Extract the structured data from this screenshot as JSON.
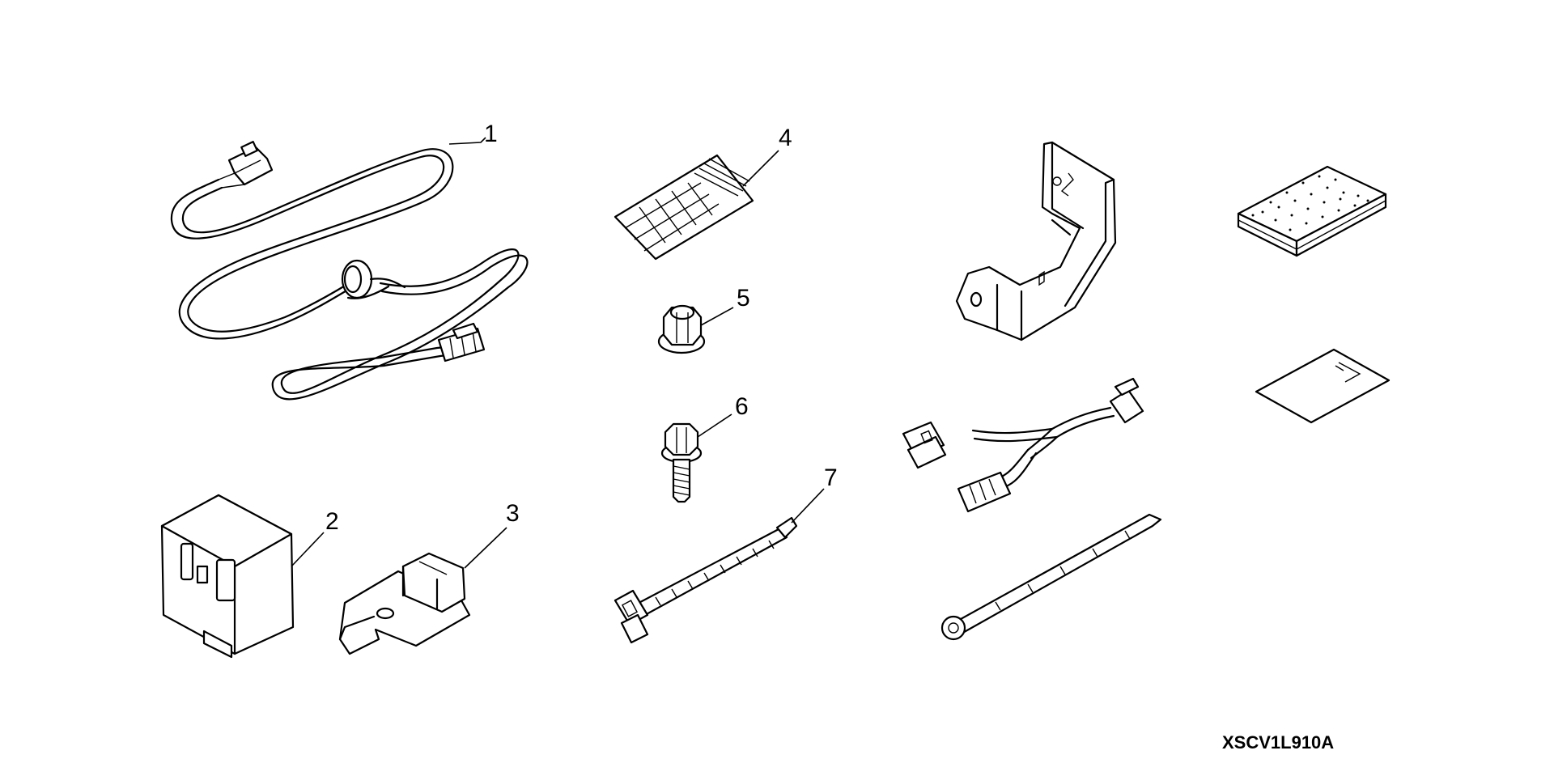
{
  "callouts": {
    "c1": "1",
    "c2": "2",
    "c3": "3",
    "c4": "4",
    "c5": "5",
    "c6": "6",
    "c7": "7"
  },
  "diagram_code": "XSCV1L910A",
  "colors": {
    "line": "#000000",
    "background": "#ffffff"
  }
}
